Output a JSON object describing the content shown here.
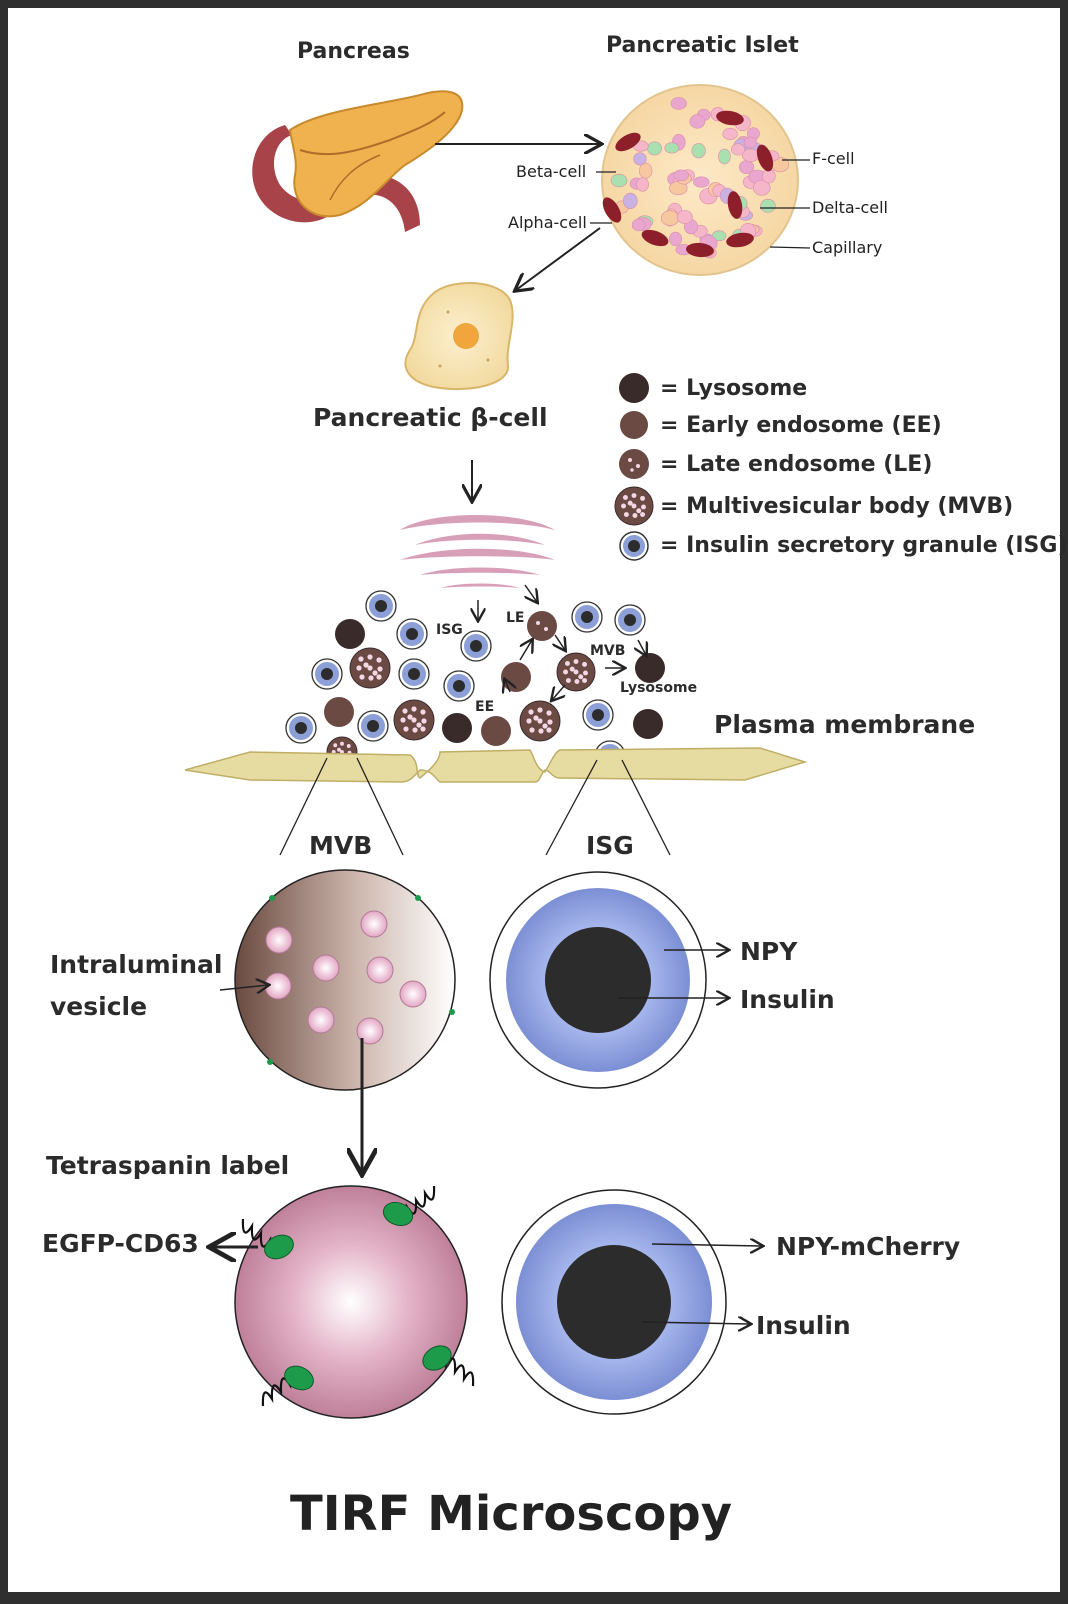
{
  "top": {
    "pancreas": "Pancreas",
    "islet": "Pancreatic Islet",
    "beta_cell_callout": "Beta-cell",
    "alpha_cell_callout": "Alpha-cell",
    "f_cell_callout": "F-cell",
    "delta_cell_callout": "Delta-cell",
    "capillary_callout": "Capillary",
    "beta_cell_title": "Pancreatic  β-cell"
  },
  "legend": [
    {
      "key": "lysosome",
      "label": "= Lysosome"
    },
    {
      "key": "ee",
      "label": "= Early endosome (EE)"
    },
    {
      "key": "le",
      "label": "= Late endosome (LE)"
    },
    {
      "key": "mvb",
      "label": "= Multivesicular body (MVB)"
    },
    {
      "key": "isg",
      "label": "= Insulin secretory granule (ISG)"
    }
  ],
  "cell_view": {
    "isg": "ISG",
    "le": "LE",
    "mvb": "MVB",
    "lysosome": "Lysosome",
    "ee": "EE",
    "plasma_membrane": "Plasma membrane"
  },
  "zoom": {
    "mvb_title": "MVB",
    "isg_title": "ISG",
    "intraluminal_1": "Intraluminal",
    "intraluminal_2": "vesicle",
    "npy": "NPY",
    "insulin": "Insulin"
  },
  "label_view": {
    "tetraspanin": "Tetraspanin label",
    "egfp": "EGFP-CD63",
    "npy_mcherry": "NPY-mCherry",
    "insulin": "Insulin"
  },
  "footer": {
    "title": "TIRF Microscopy"
  },
  "colors": {
    "lysosome": "#3a2b2b",
    "endosome": "#6b4a44",
    "isg_ring": "#8c9fd6",
    "isg_core": "#2c2c2c",
    "membrane": "#e6dba0",
    "golgi": "#d8a0b8",
    "egfp": "#1e9b4a"
  }
}
